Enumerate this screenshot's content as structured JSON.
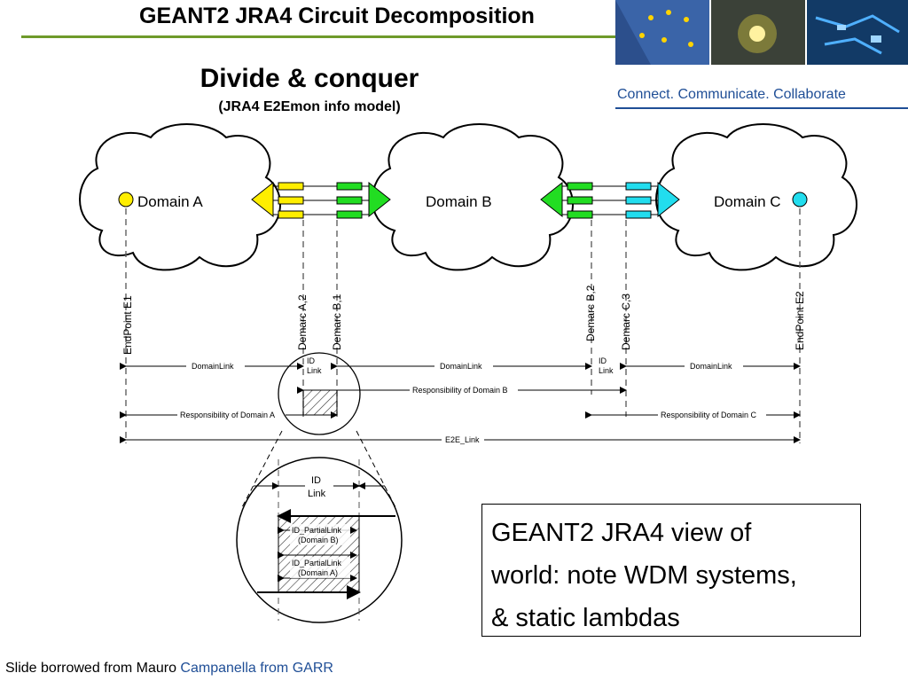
{
  "header": {
    "title": "GEANT2 JRA4 Circuit Decomposition",
    "tagline": "Connect. Communicate. Collaborate"
  },
  "subtitle": {
    "main": "Divide & conquer",
    "sub": "(JRA4 E2Emon info model)"
  },
  "diagram": {
    "domains": [
      "Domain A",
      "Domain B",
      "Domain C"
    ],
    "points": [
      "EndPoint E1",
      "Demarc A,2",
      "Demarc B,1",
      "Demarc B,2",
      "Demarc C,3",
      "EndPoint E2"
    ],
    "links": {
      "domain_link": "DomainLink",
      "id_link": "ID Link",
      "resp_a": "Responsibility of Domain A",
      "resp_b": "Responsibility of Domain B",
      "resp_c": "Responsibility of Domain C",
      "e2e": "E2E_Link"
    },
    "zoom": {
      "id_link_1": "ID",
      "id_link_2": "Link",
      "partial_b_1": "ID_PartialLink",
      "partial_b_2": "(Domain B)",
      "partial_a_1": "ID_PartialLink",
      "partial_a_2": "(Domain A)"
    },
    "colors": {
      "domain_a": "#ffee00",
      "domain_b": "#22dd22",
      "domain_c": "#22ddee"
    }
  },
  "note": {
    "line1": "GEANT2 JRA4 view of",
    "line2": "world: note WDM systems,",
    "line3": "& static lambdas"
  },
  "credit": {
    "prefix": "Slide borrowed from Mauro ",
    "highlight": "Campanella from GARR"
  }
}
